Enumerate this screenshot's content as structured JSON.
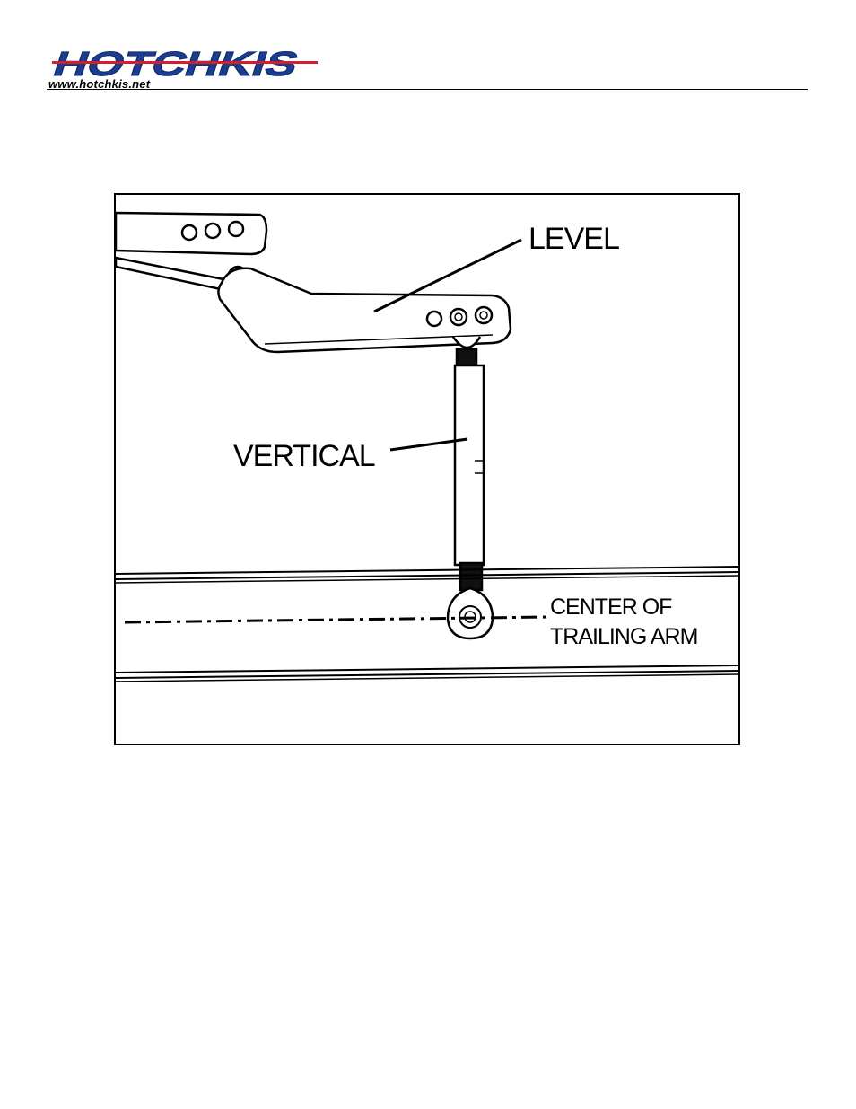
{
  "header": {
    "logo_text": "HOTCHKIS",
    "website": "www.hotchkis.net",
    "colors": {
      "logo_blue": "#1a3d8f",
      "logo_red": "#d21f2b",
      "rule": "#000000"
    }
  },
  "figure": {
    "labels": {
      "level": "LEVEL",
      "vertical": "VERTICAL",
      "center_line1": "CENTER OF",
      "center_line2": "TRAILING ARM"
    },
    "icons": [
      "sway-bar-arm-icon",
      "end-link-icon",
      "trailing-arm-icon"
    ]
  }
}
